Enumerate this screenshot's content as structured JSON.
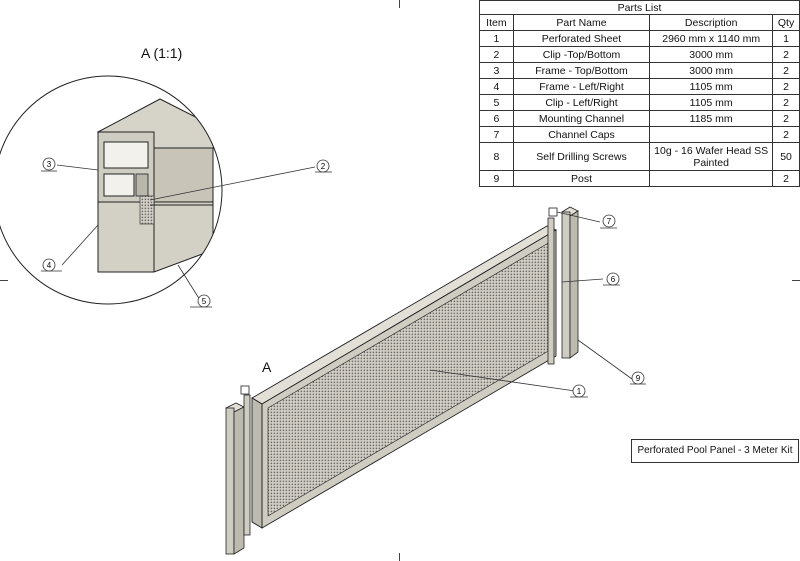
{
  "detail_title": "A (1:1)",
  "view_letter": "A",
  "title_block": "Perforated Pool Panel - 3 Meter Kit",
  "parts_list": {
    "title": "Parts List",
    "headers": [
      "Item",
      "Part Name",
      "Description",
      "Qty"
    ],
    "rows": [
      {
        "item": "1",
        "name": "Perforated Sheet",
        "desc": "2960 mm x 1140 mm",
        "qty": "1"
      },
      {
        "item": "2",
        "name": "Clip -Top/Bottom",
        "desc": "3000 mm",
        "qty": "2"
      },
      {
        "item": "3",
        "name": "Frame - Top/Bottom",
        "desc": "3000 mm",
        "qty": "2"
      },
      {
        "item": "4",
        "name": "Frame - Left/Right",
        "desc": "1105 mm",
        "qty": "2"
      },
      {
        "item": "5",
        "name": "Clip - Left/Right",
        "desc": "1105 mm",
        "qty": "2"
      },
      {
        "item": "6",
        "name": "Mounting Channel",
        "desc": "1185 mm",
        "qty": "2"
      },
      {
        "item": "7",
        "name": "Channel Caps",
        "desc": "",
        "qty": "2"
      },
      {
        "item": "8",
        "name": "Self Drilling Screws",
        "desc": "10g - 16 Wafer Head SS Painted",
        "qty": "50"
      },
      {
        "item": "9",
        "name": "Post",
        "desc": "",
        "qty": "2"
      }
    ]
  },
  "balloons": [
    "1",
    "2",
    "3",
    "4",
    "5",
    "6",
    "7",
    "9"
  ]
}
